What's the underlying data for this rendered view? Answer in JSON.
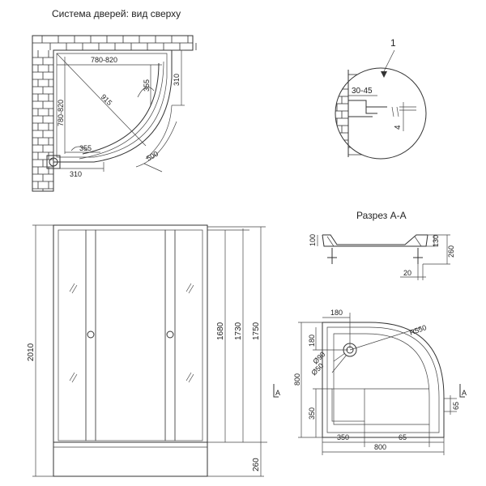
{
  "titles": {
    "top_view": "Система дверей: вид сверху",
    "section": "Разрез А-А"
  },
  "top_view": {
    "dim_width": "780-820",
    "dim_depth": "780-820",
    "dim_diagonal": "915",
    "dim_355_right": "355",
    "dim_310_right": "310",
    "dim_355_bottom": "355",
    "dim_310_bottom": "310",
    "dim_500": "500"
  },
  "detail": {
    "callout": "1",
    "dim_gap": "30-45",
    "dim_thickness": "4"
  },
  "front_view": {
    "dim_total_height": "2010",
    "dim_1680": "1680",
    "dim_1730": "1730",
    "dim_1750": "1750",
    "dim_tray": "260"
  },
  "section": {
    "dim_100": "100",
    "dim_130": "130",
    "dim_260": "260",
    "dim_20": "20"
  },
  "tray_plan": {
    "dim_180_top": "180",
    "dim_180_side": "180",
    "dim_r550": "R550",
    "dim_d90": "Ø90",
    "dim_d50": "Ø50",
    "dim_800_side": "800",
    "dim_350_side": "350",
    "dim_65_side": "65",
    "dim_350_bottom": "350",
    "dim_65_bottom": "65",
    "dim_800_bottom": "800",
    "section_mark_left": "A",
    "section_mark_right": "A"
  }
}
